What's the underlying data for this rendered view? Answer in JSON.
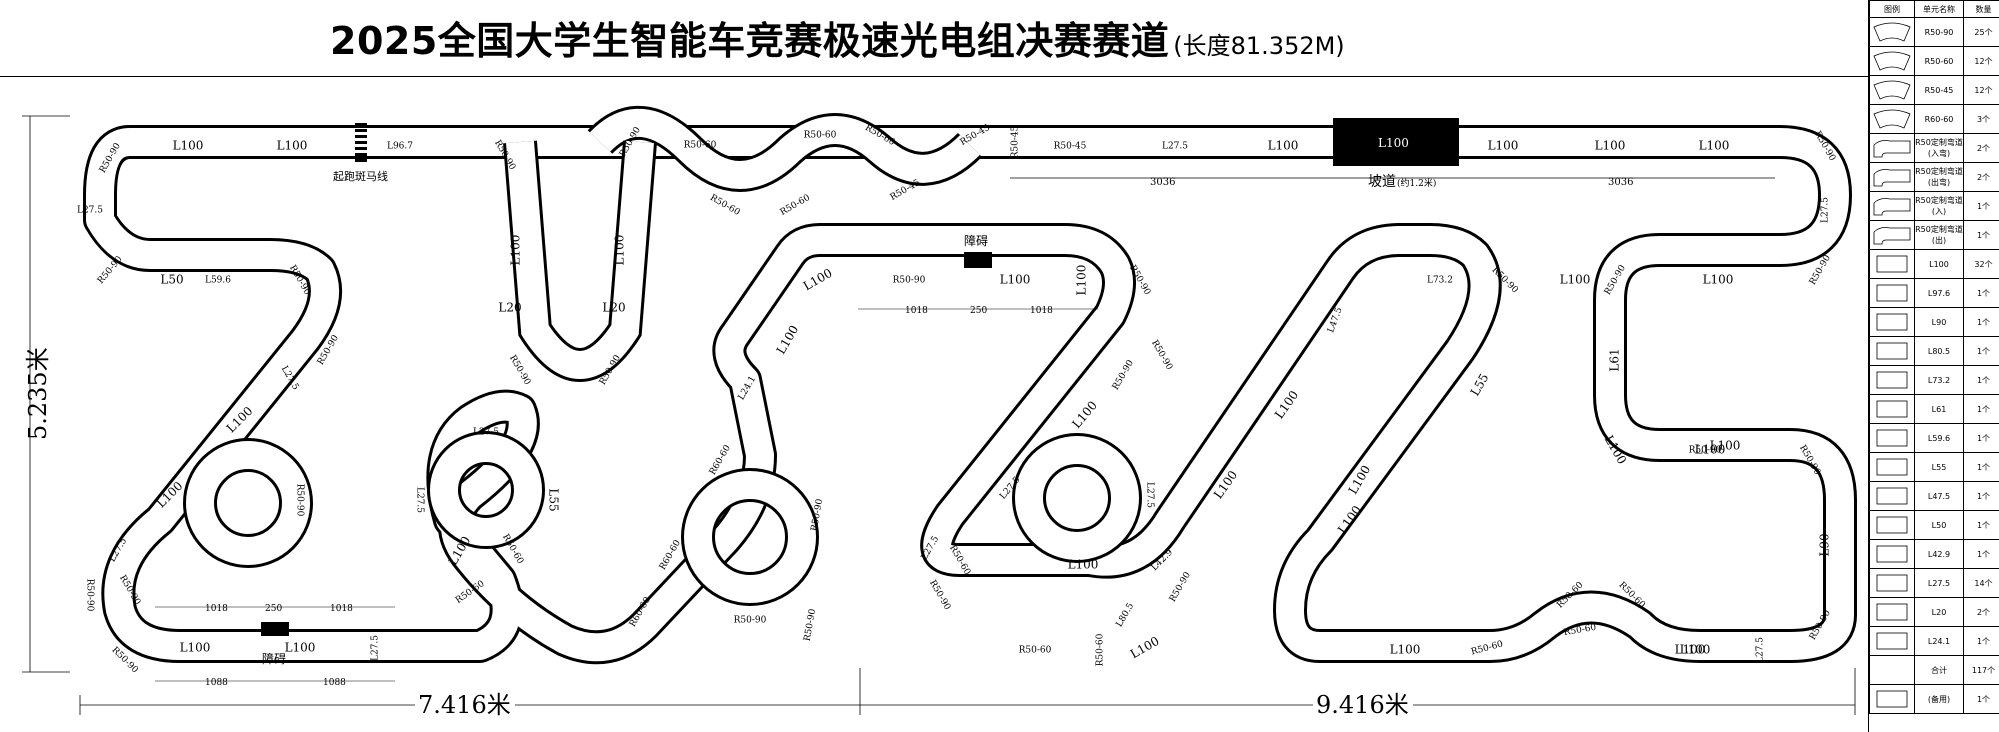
{
  "title": {
    "main": "2025全国大学生智能车竞赛极速光电组决赛赛道",
    "sub": "(长度81.352M)"
  },
  "dimensions": {
    "height": "5.235米",
    "width_left": "7.416米",
    "width_right": "9.416米"
  },
  "annotations": {
    "start_line": "起跑斑马线",
    "obstacle": "障碍",
    "ramp": "坡道",
    "ramp_note": "(约1.2米)",
    "ramp_side": "3036",
    "obstacle_gap": "1018",
    "obstacle_width": "250",
    "bottom_gap": "1088"
  },
  "track_labels": [
    "L100",
    "L100",
    "L96.7",
    "R50-90",
    "R50-90",
    "L27.5",
    "R50-90",
    "L50",
    "L59.6",
    "R50-90",
    "R50-90",
    "L27.5",
    "L100",
    "L100",
    "R50-90",
    "R50-90",
    "L27.5",
    "R50-90",
    "L100",
    "L100",
    "L27.5",
    "R50-90",
    "L100",
    "L100",
    "L20",
    "L20",
    "R50-90",
    "R50-90",
    "R50-90",
    "R50-60",
    "R50-60",
    "R50-60",
    "R50-60",
    "R50-60",
    "R50-45",
    "R50-45",
    "R50-45",
    "R50-45",
    "L27.5",
    "L100",
    "L100",
    "L100",
    "L100",
    "L100",
    "L100",
    "L100",
    "R50-90",
    "L27.5",
    "R50-90",
    "R50-90",
    "L100",
    "L61",
    "R50-90",
    "L100",
    "R50-90",
    "L90",
    "R50-90",
    "L100",
    "L27.5",
    "L100",
    "R50-60",
    "R50-60",
    "R50-60",
    "R50-60",
    "L100",
    "L47.5",
    "L73.2",
    "R50-90",
    "L55",
    "L100",
    "L100",
    "L100",
    "L100",
    "R50-60",
    "R50-60",
    "L100",
    "L100",
    "L27.5",
    "R50-60",
    "R50-90",
    "L27.5",
    "R50-90",
    "L100",
    "L100",
    "R50-90",
    "R50-90",
    "R50-90",
    "L27.5",
    "L100",
    "R50-90",
    "L80.5",
    "L42.9",
    "L100",
    "L100",
    "L24.1",
    "R60-60",
    "R60-60",
    "R60-60",
    "R50-90",
    "R50-90",
    "R50-90",
    "L27.5",
    "L27.5",
    "L55",
    "L100",
    "R50-60",
    "R50-60"
  ],
  "legend": {
    "headers": [
      "图例",
      "单元名称",
      "数量"
    ],
    "rows": [
      {
        "icon": "arc-90-icon",
        "name": "R50-90",
        "qty": "25个"
      },
      {
        "icon": "arc-60-icon",
        "name": "R50-60",
        "qty": "12个"
      },
      {
        "icon": "arc-45-icon",
        "name": "R50-45",
        "qty": "12个"
      },
      {
        "icon": "arc-r60-icon",
        "name": "R60-60",
        "qty": "3个"
      },
      {
        "icon": "curve-custom-a-icon",
        "name": "R50定制弯道(入弯)",
        "qty": "2个"
      },
      {
        "icon": "curve-custom-b-icon",
        "name": "R50定制弯道(出弯)",
        "qty": "2个"
      },
      {
        "icon": "curve-custom-c-icon",
        "name": "R50定制弯道(入)",
        "qty": "1个"
      },
      {
        "icon": "curve-custom-d-icon",
        "name": "R50定制弯道(出)",
        "qty": "1个"
      },
      {
        "icon": "straight-100-icon",
        "name": "L100",
        "qty": "32个"
      },
      {
        "icon": "straight-97-icon",
        "name": "L97.6",
        "qty": "1个"
      },
      {
        "icon": "straight-90-icon",
        "name": "L90",
        "qty": "1个"
      },
      {
        "icon": "straight-80-icon",
        "name": "L80.5",
        "qty": "1个"
      },
      {
        "icon": "straight-73-icon",
        "name": "L73.2",
        "qty": "1个"
      },
      {
        "icon": "straight-61-icon",
        "name": "L61",
        "qty": "1个"
      },
      {
        "icon": "straight-59-icon",
        "name": "L59.6",
        "qty": "1个"
      },
      {
        "icon": "straight-55-icon",
        "name": "L55",
        "qty": "1个"
      },
      {
        "icon": "straight-47-icon",
        "name": "L47.5",
        "qty": "1个"
      },
      {
        "icon": "straight-50-icon",
        "name": "L50",
        "qty": "1个"
      },
      {
        "icon": "straight-42-icon",
        "name": "L42.9",
        "qty": "1个"
      },
      {
        "icon": "straight-27-icon",
        "name": "L27.5",
        "qty": "14个"
      },
      {
        "icon": "straight-20-icon",
        "name": "L20",
        "qty": "2个"
      },
      {
        "icon": "straight-24-icon",
        "name": "L24.1",
        "qty": "1个"
      },
      {
        "icon": "",
        "name": "合计",
        "qty": "117个"
      },
      {
        "icon": "straight-spare-icon",
        "name": "(备用)",
        "qty": "1个"
      }
    ]
  }
}
